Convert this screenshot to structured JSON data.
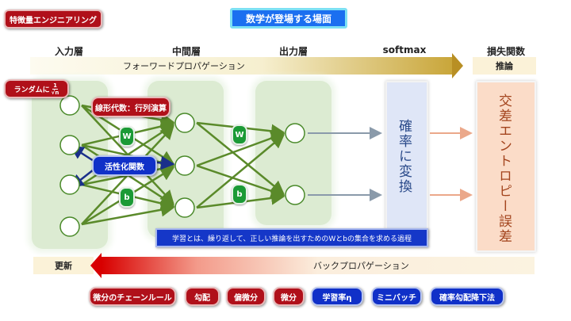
{
  "tags": {
    "feature_engineering": "特徴量エンジニアリング",
    "title": "数学が登場する場面"
  },
  "headers": {
    "input": "入力層",
    "hidden": "中間層",
    "output": "出力層",
    "softmax": "softmax",
    "loss": "損失関数"
  },
  "bands": {
    "forward": "フォーワードプロパゲーション",
    "inference": "推論",
    "update": "更新",
    "backward": "バックプロパゲーション"
  },
  "callouts": {
    "random_prefix": "ランダムに",
    "random_num": "1",
    "random_den": "√n",
    "linear_algebra": "線形代数：行列演算",
    "activation": "活性化関数",
    "learning": "学習とは、繰り返して、正しい推論を出すためのWとbの集合を求める過程"
  },
  "badges": {
    "w": "W",
    "b": "b"
  },
  "boxes": {
    "softmax_text": "確率に変換",
    "loss_text": "交差エントロピー誤差"
  },
  "bottom_pills": [
    {
      "label": "微分のチェーンルール",
      "color": "red"
    },
    {
      "label": "勾配",
      "color": "red"
    },
    {
      "label": "偏微分",
      "color": "red"
    },
    {
      "label": "微分",
      "color": "red"
    },
    {
      "label": "学習率η",
      "color": "blue"
    },
    {
      "label": "ミニバッチ",
      "color": "blue"
    },
    {
      "label": "確率勾配降下法",
      "color": "blue"
    }
  ],
  "colors": {
    "red": "#b0101a",
    "blue": "#1030c8",
    "green_edge": "#5a8a2a",
    "node_border": "#4a8a2a",
    "forward_band": "#c9a63a",
    "backward_band": "#d80000"
  }
}
